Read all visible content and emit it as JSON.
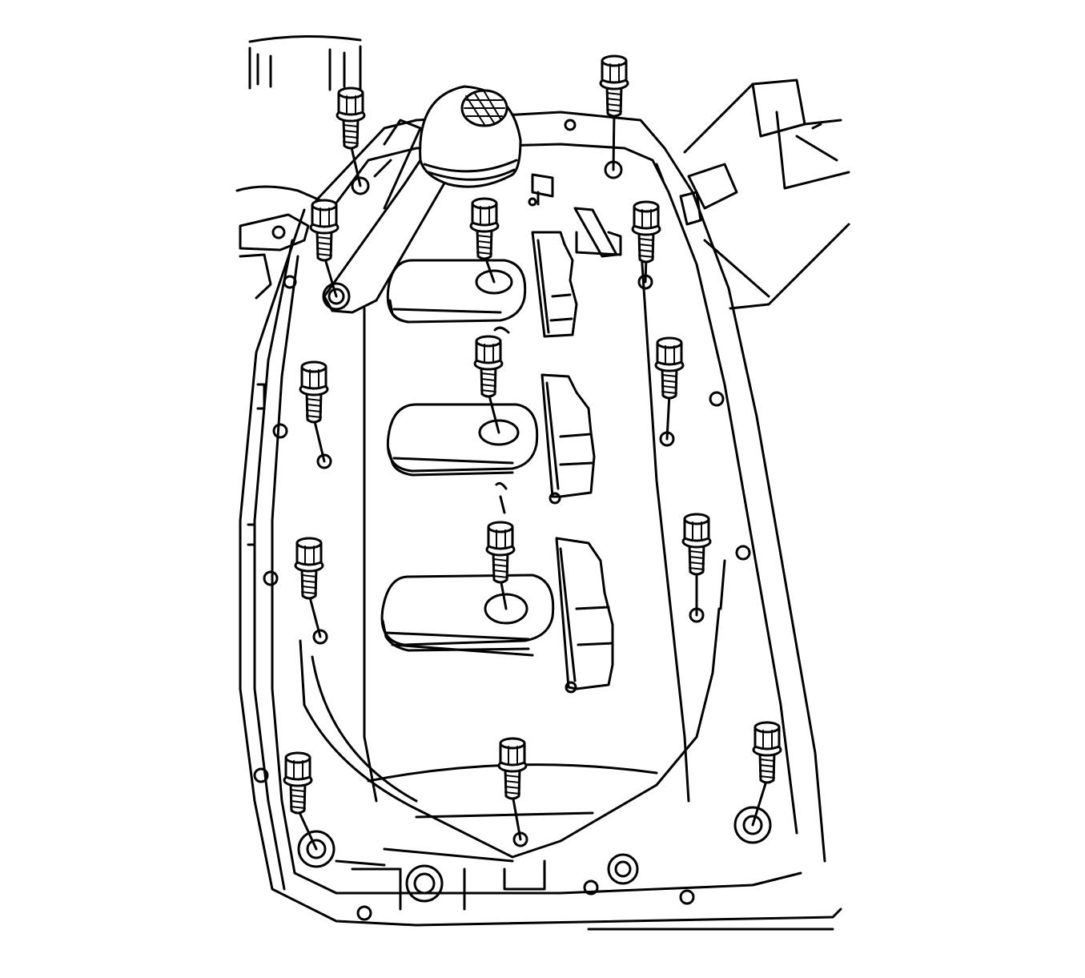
{
  "diagram": {
    "subject": "oil-pan-bolt-installation",
    "colors": {
      "line": "#000000",
      "background": "#ffffff"
    },
    "bolts": [
      {
        "id": "bolt-1"
      },
      {
        "id": "bolt-2"
      },
      {
        "id": "bolt-3"
      },
      {
        "id": "bolt-4"
      },
      {
        "id": "bolt-5"
      },
      {
        "id": "bolt-6"
      },
      {
        "id": "bolt-7"
      },
      {
        "id": "bolt-8"
      },
      {
        "id": "bolt-9"
      },
      {
        "id": "bolt-10"
      },
      {
        "id": "bolt-11"
      },
      {
        "id": "bolt-12"
      },
      {
        "id": "bolt-13"
      },
      {
        "id": "bolt-14"
      },
      {
        "id": "bolt-15"
      },
      {
        "id": "bolt-16"
      }
    ]
  }
}
